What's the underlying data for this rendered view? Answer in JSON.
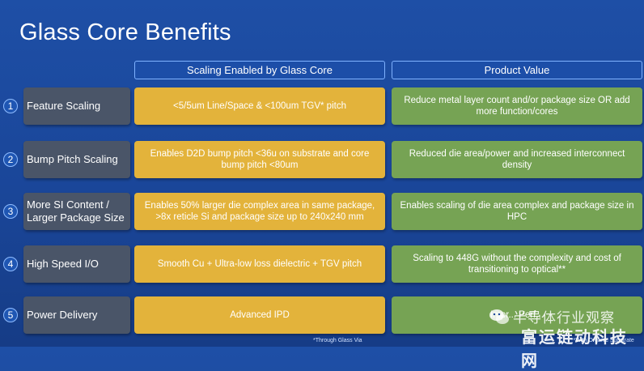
{
  "slide": {
    "title": "Glass Core Benefits"
  },
  "columns": {
    "scaling": "Scaling Enabled by Glass Core",
    "value": "Product Value"
  },
  "rows": [
    {
      "number": "1",
      "label": "Feature Scaling",
      "scaling": "<5/5um Line/Space & <100um TGV* pitch",
      "value": "Reduce metal layer count and/or package size OR add more function/cores"
    },
    {
      "number": "2",
      "label": "Bump Pitch Scaling",
      "scaling": "Enables D2D bump pitch <36u on substrate and core bump pitch <80um",
      "value": "Reduced die area/power and increased interconnect density"
    },
    {
      "number": "3",
      "label": "More SI Content / Larger Package Size",
      "scaling": "Enables 50% larger die complex area in same package, >8x reticle Si and package size up to 240x240 mm",
      "value": "Enables scaling of die area complex and package size in HPC"
    },
    {
      "number": "4",
      "label": "High Speed I/O",
      "scaling": "Smooth Cu + Ultra-low loss dielectric + TGV pitch",
      "value": "Scaling to 448G without the complexity and cost of transitioning to optical**"
    },
    {
      "number": "5",
      "label": "Power Delivery",
      "scaling": "Advanced IPD",
      "value": "Impr... Perf..."
    }
  ],
  "footnotes": {
    "tgv": "*Through Glass Via",
    "organic": "**With Organic Substrate"
  },
  "watermark": {
    "line1": "半导体行业观察",
    "line2": "富运链动科技网"
  }
}
